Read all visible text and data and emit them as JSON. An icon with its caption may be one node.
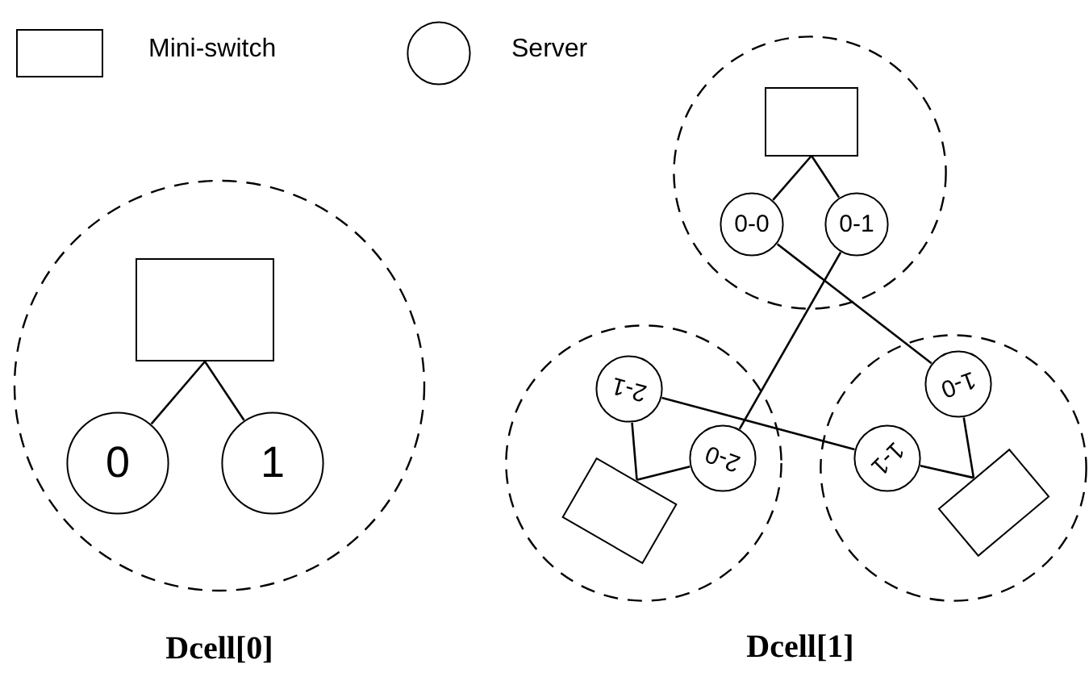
{
  "diagram": {
    "nodes": [
      {
        "text": [
          "Dcell[0]"
        ]
      },
      {
        "text": [],
        "shape": "box",
        "in": 0
      },
      {
        "text": [
          "0"
        ],
        "in": 0
      },
      {
        "text": [
          "1"
        ],
        "in": 0
      },
      {
        "text": [],
        "shape": "circle"
      },
      {
        "text": [],
        "shape": "box",
        "in": 4
      },
      {
        "text": [
          "0-0"
        ],
        "in": 4
      },
      {
        "text": [
          "0-1"
        ],
        "in": 4
      },
      {
        "text": [],
        "shape": "circle"
      },
      {
        "text": [
          "2-1"
        ],
        "in": 8
      },
      {
        "text": [
          "2-0"
        ],
        "in": 8
      },
      {
        "text": [],
        "shape": "box",
        "in": 8
      },
      {
        "text": [],
        "shape": "circle"
      },
      {
        "text": [
          "1-0"
        ],
        "in": 12
      },
      {
        "text": [
          "1-1"
        ],
        "in": 12
      },
      {
        "text": [],
        "shape": "box",
        "in": 12
      }
    ],
    "edges": [
      {
        "from": 1,
        "to": 2,
        "arrow": "none"
      },
      {
        "from": 1,
        "to": 3,
        "arrow": "none"
      },
      {
        "from": 5,
        "to": 6,
        "arrow": "none"
      },
      {
        "from": 5,
        "to": 7,
        "arrow": "none"
      },
      {
        "from": 11,
        "to": 9,
        "arrow": "none"
      },
      {
        "from": 11,
        "to": 10,
        "arrow": "none"
      },
      {
        "from": 15,
        "to": 13,
        "arrow": "none"
      },
      {
        "from": 15,
        "to": 14,
        "arrow": "none"
      },
      {
        "from": 6,
        "to": 13,
        "arrow": "none"
      },
      {
        "from": 7,
        "to": 10,
        "arrow": "none"
      },
      {
        "from": 9,
        "to": 14,
        "arrow": "none"
      }
    ],
    "labels": [
      "Dcell[1]"
    ],
    "legend": [
      {
        "text": "Mini-switch"
      },
      {
        "text": "Server"
      }
    ]
  }
}
